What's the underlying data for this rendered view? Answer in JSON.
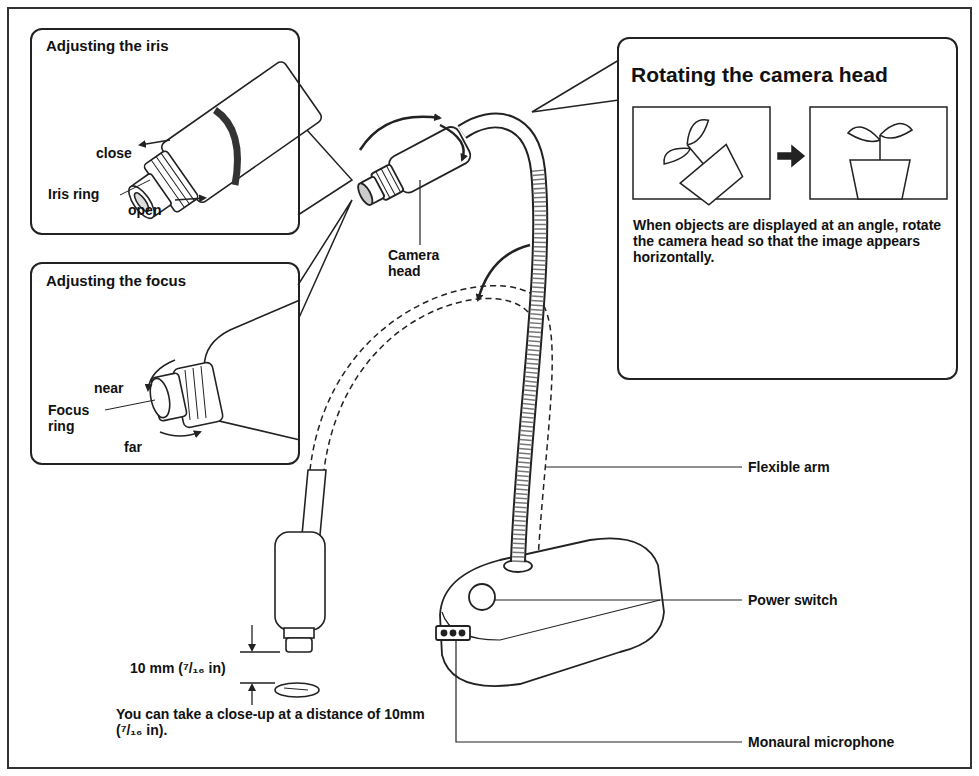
{
  "diagram": {
    "nodes": [
      {
        "text": [
          "Adjusting the iris",
          "close",
          "Iris ring",
          "open"
        ]
      },
      {
        "text": [
          "Adjusting the focus",
          "near",
          "Focus ring",
          "far"
        ]
      },
      {
        "text": [
          "Rotating the camera head",
          "When objects are displayed at an angle, rotate the camera head so that the image appears horizontally."
        ]
      }
    ],
    "labels": [
      "Camera head",
      "Flexible arm",
      "Power switch",
      "Monaural microphone",
      "10 mm (⁷/₁₆ in)",
      "You can take a close-up at a distance of 10mm (⁷/₁₆ in)."
    ]
  }
}
